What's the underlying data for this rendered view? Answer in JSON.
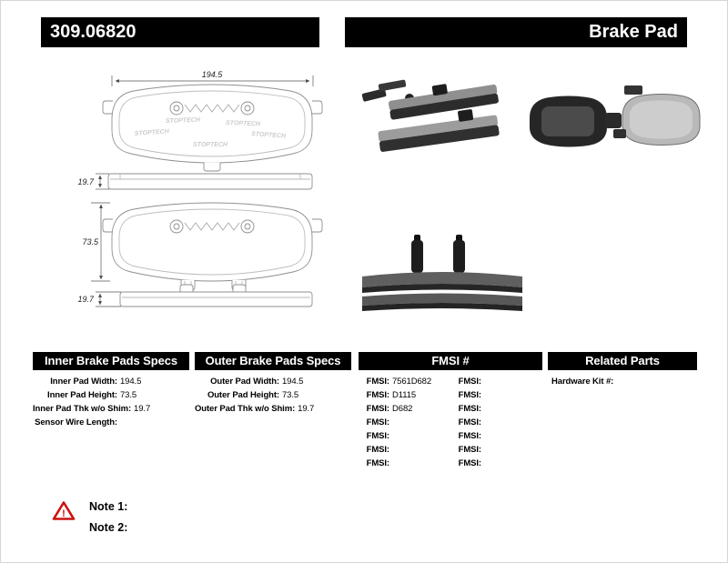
{
  "header": {
    "part_number": "309.06820",
    "product_type": "Brake Pad"
  },
  "drawings": {
    "width_dim": "194.5",
    "outer_thickness_dim": "19.7",
    "height_dim": "73.5",
    "inner_thickness_dim": "19.7",
    "watermark": "STOPTECH"
  },
  "tables": {
    "inner": {
      "title": "Inner Brake Pads Specs",
      "rows": [
        {
          "label": "Inner Pad Width:",
          "value": "194.5"
        },
        {
          "label": "Inner Pad Height:",
          "value": "73.5"
        },
        {
          "label": "Inner Pad Thk w/o Shim:",
          "value": "19.7"
        },
        {
          "label": "Sensor Wire Length:",
          "value": ""
        }
      ]
    },
    "outer": {
      "title": "Outer Brake Pads Specs",
      "rows": [
        {
          "label": "Outer Pad Width:",
          "value": "194.5"
        },
        {
          "label": "Outer Pad Height:",
          "value": "73.5"
        },
        {
          "label": "Outer Pad Thk w/o Shim:",
          "value": "19.7"
        }
      ]
    },
    "fmsi": {
      "title": "FMSI #",
      "left_rows": [
        {
          "label": "FMSI:",
          "value": "7561D682"
        },
        {
          "label": "FMSI:",
          "value": "D1115"
        },
        {
          "label": "FMSI:",
          "value": "D682"
        },
        {
          "label": "FMSI:",
          "value": ""
        },
        {
          "label": "FMSI:",
          "value": ""
        },
        {
          "label": "FMSI:",
          "value": ""
        },
        {
          "label": "FMSI:",
          "value": ""
        }
      ],
      "right_rows": [
        {
          "label": "FMSI:",
          "value": ""
        },
        {
          "label": "FMSI:",
          "value": ""
        },
        {
          "label": "FMSI:",
          "value": ""
        },
        {
          "label": "FMSI:",
          "value": ""
        },
        {
          "label": "FMSI:",
          "value": ""
        },
        {
          "label": "FMSI:",
          "value": ""
        },
        {
          "label": "FMSI:",
          "value": ""
        }
      ]
    },
    "related": {
      "title": "Related Parts",
      "rows": [
        {
          "label": "Hardware Kit #:",
          "value": ""
        }
      ]
    }
  },
  "notes": {
    "note1": "Note 1:",
    "note2": "Note 2:"
  }
}
